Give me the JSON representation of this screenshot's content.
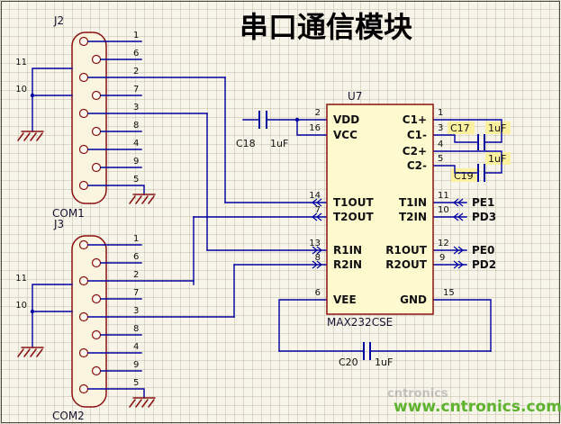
{
  "title": "串口通信模块",
  "connectors": {
    "j2": {
      "designator": "J2",
      "label": "COM1",
      "pin_numbers": [
        "1",
        "6",
        "2",
        "7",
        "3",
        "8",
        "4",
        "9",
        "5"
      ],
      "shell_pins": [
        "11",
        "10"
      ]
    },
    "j3": {
      "designator": "J3",
      "label": "COM2",
      "pin_numbers": [
        "1",
        "6",
        "2",
        "7",
        "3",
        "8",
        "4",
        "9",
        "5"
      ],
      "shell_pins": [
        "11",
        "10"
      ]
    }
  },
  "chip": {
    "designator": "U7",
    "part_number": "MAX232CSE",
    "left_pins": [
      {
        "num": "2",
        "name": "VDD"
      },
      {
        "num": "16",
        "name": "VCC"
      },
      {
        "num": "14",
        "name": "T1OUT"
      },
      {
        "num": "7",
        "name": "T2OUT"
      },
      {
        "num": "13",
        "name": "R1IN"
      },
      {
        "num": "8",
        "name": "R2IN"
      },
      {
        "num": "6",
        "name": "VEE"
      }
    ],
    "right_pins": [
      {
        "num": "1",
        "name": "C1+"
      },
      {
        "num": "3",
        "name": "C1-"
      },
      {
        "num": "4",
        "name": "C2+"
      },
      {
        "num": "5",
        "name": "C2-"
      },
      {
        "num": "11",
        "name": "T1IN"
      },
      {
        "num": "10",
        "name": "T2IN"
      },
      {
        "num": "12",
        "name": "R1OUT"
      },
      {
        "num": "9",
        "name": "R2OUT"
      },
      {
        "num": "15",
        "name": "GND"
      }
    ]
  },
  "capacitors": {
    "c17": {
      "designator": "C17",
      "value": "1uF"
    },
    "c18": {
      "designator": "C18",
      "value": "1uF"
    },
    "c19": {
      "designator": "C19",
      "value": "1uF"
    },
    "c20": {
      "designator": "C20",
      "value": "1uF"
    }
  },
  "net_labels": {
    "t1in": "PE1",
    "t2in": "PD3",
    "r1out": "PE0",
    "r2out": "PD2"
  },
  "watermark": {
    "text": "www.cntronics.com",
    "faint_text": "cntronics"
  },
  "colors": {
    "wire": "#0000a0",
    "outline": "#8a1010",
    "ground": "#8a1010",
    "chip_fill": "#fffbcf",
    "highlight": "#fdf09e",
    "watermark_green": "#5db32e"
  }
}
